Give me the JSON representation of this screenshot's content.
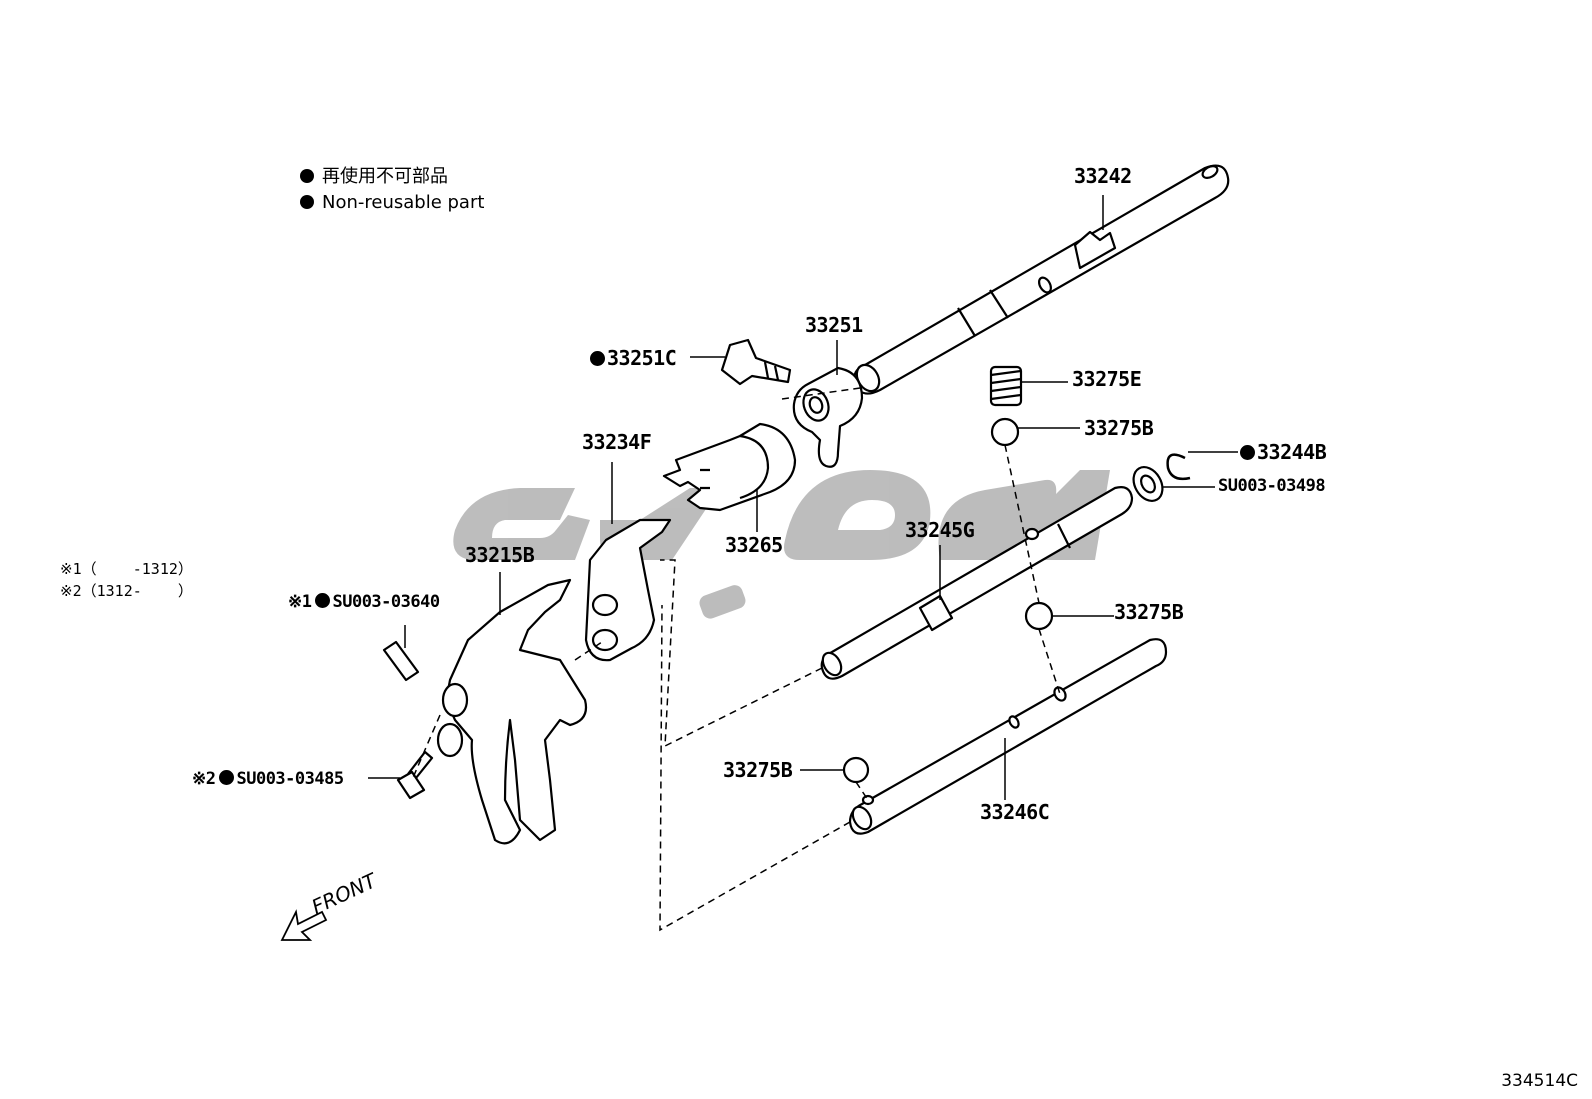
{
  "legend": [
    {
      "text": "再使用不可部品"
    },
    {
      "text": "Non-reusable part"
    }
  ],
  "notes": [
    {
      "text": "※1（    -1312）"
    },
    {
      "text": "※2（1312-    ）"
    }
  ],
  "front_label": "FRONT",
  "diagram_id": "334514C",
  "parts": {
    "p33242": "33242",
    "p33251": "33251",
    "p33251C": "33251C",
    "p33275E": "33275E",
    "p33275B_1": "33275B",
    "p33244B": "33244B",
    "p_su003_03498": "SU003-03498",
    "p33234F": "33234F",
    "p33265": "33265",
    "p33245G": "33245G",
    "p33215B": "33215B",
    "p_su003_03640": "SU003-03640",
    "p_mark1": "※1",
    "p33275B_2": "33275B",
    "p33275B_3": "33275B",
    "p33246C": "33246C",
    "p_su003_03485": "SU003-03485",
    "p_mark2": "※2"
  },
  "watermark_color": "#b9b9b9",
  "line_color": "#000000"
}
